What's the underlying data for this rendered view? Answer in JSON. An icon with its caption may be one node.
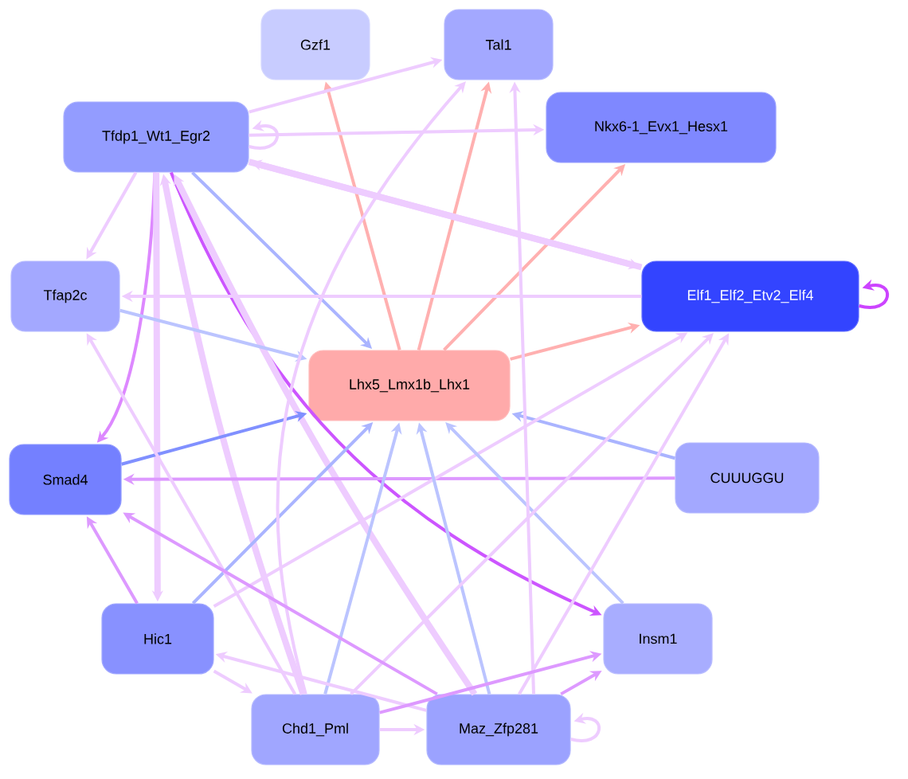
{
  "diagram": {
    "nodes": [
      {
        "text": [
          "Gzf1"
        ]
      },
      {
        "text": [
          "Tal1"
        ]
      },
      {
        "text": [
          "Tfdp1_Wt1_Egr2"
        ]
      },
      {
        "text": [
          "Nkx6-1_Evx1_Hesx1"
        ]
      },
      {
        "text": [
          "Tfap2c"
        ]
      },
      {
        "text": [
          "Elf1_Elf2_Etv2_Elf4"
        ]
      },
      {
        "text": [
          "Lhx5_Lmx1b_Lhx1"
        ]
      },
      {
        "text": [
          "Smad4"
        ]
      },
      {
        "text": [
          "CUUUGGU"
        ]
      },
      {
        "text": [
          "Hic1"
        ]
      },
      {
        "text": [
          "Insm1"
        ]
      },
      {
        "text": [
          "Chd1_Pml"
        ]
      },
      {
        "text": [
          "Maz_Zfp281"
        ]
      }
    ],
    "edges": [
      {
        "from": 6,
        "to": 0,
        "arrow": "to",
        "color": "#ffb0b0"
      },
      {
        "from": 6,
        "to": 1,
        "arrow": "to",
        "color": "#ffb0b0"
      },
      {
        "from": 6,
        "to": 3,
        "arrow": "to",
        "color": "#ffb0b0"
      },
      {
        "from": 6,
        "to": 5,
        "arrow": "to",
        "color": "#ffb0b0"
      },
      {
        "from": 2,
        "to": 1,
        "arrow": "to"
      },
      {
        "from": 2,
        "to": 2,
        "arrow": "to"
      },
      {
        "from": 2,
        "to": 3,
        "arrow": "to"
      },
      {
        "from": 2,
        "to": 5,
        "arrow": "to",
        "style": "thick"
      },
      {
        "from": 5,
        "to": 2,
        "arrow": "to",
        "style": "thick"
      },
      {
        "from": 2,
        "to": 6,
        "arrow": "to",
        "color": "#aab4ff"
      },
      {
        "from": 2,
        "to": 4,
        "arrow": "to"
      },
      {
        "from": 2,
        "to": 7,
        "arrow": "to",
        "color": "#dd88ff"
      },
      {
        "from": 2,
        "to": 9,
        "arrow": "to",
        "style": "thick"
      },
      {
        "from": 2,
        "to": 10,
        "arrow": "to",
        "color": "#cc55ff"
      },
      {
        "from": 11,
        "to": 2,
        "arrow": "to",
        "style": "thick"
      },
      {
        "from": 12,
        "to": 2,
        "arrow": "to",
        "style": "thick"
      },
      {
        "from": 5,
        "to": 5,
        "arrow": "to",
        "color": "#cc44ff"
      },
      {
        "from": 5,
        "to": 4,
        "arrow": "to"
      },
      {
        "from": 4,
        "to": 6,
        "arrow": "to",
        "color": "#bbc4ff"
      },
      {
        "from": 7,
        "to": 6,
        "arrow": "to",
        "color": "#8090ff"
      },
      {
        "from": 8,
        "to": 7,
        "arrow": "to",
        "color": "#dd99ff"
      },
      {
        "from": 8,
        "to": 6,
        "arrow": "to",
        "color": "#aab4ff"
      },
      {
        "from": 9,
        "to": 6,
        "arrow": "to",
        "color": "#aab4ff"
      },
      {
        "from": 9,
        "to": 7,
        "arrow": "to",
        "color": "#dd99ff"
      },
      {
        "from": 9,
        "to": 5,
        "arrow": "to"
      },
      {
        "from": 11,
        "to": 6,
        "arrow": "to",
        "color": "#bbc4ff"
      },
      {
        "from": 12,
        "to": 6,
        "arrow": "to",
        "color": "#bbc4ff"
      },
      {
        "from": 10,
        "to": 6,
        "arrow": "to",
        "color": "#bbc4ff"
      },
      {
        "from": 11,
        "to": 1,
        "arrow": "to"
      },
      {
        "from": 12,
        "to": 1,
        "arrow": "to"
      },
      {
        "from": 11,
        "to": 5,
        "arrow": "to"
      },
      {
        "from": 12,
        "to": 5,
        "arrow": "to"
      },
      {
        "from": 11,
        "to": 4,
        "arrow": "to"
      },
      {
        "from": 12,
        "to": 7,
        "arrow": "to",
        "color": "#dd99ff"
      },
      {
        "from": 12,
        "to": 9,
        "arrow": "to"
      },
      {
        "from": 9,
        "to": 11,
        "arrow": "to"
      },
      {
        "from": 11,
        "to": 12,
        "arrow": "to"
      },
      {
        "from": 12,
        "to": 12,
        "arrow": "to"
      },
      {
        "from": 11,
        "to": 10,
        "arrow": "to",
        "color": "#dd99ff"
      },
      {
        "from": 12,
        "to": 10,
        "arrow": "to",
        "color": "#dd99ff"
      }
    ]
  }
}
